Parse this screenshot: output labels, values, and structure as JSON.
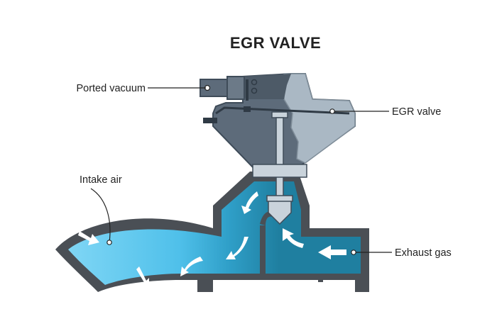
{
  "title": "EGR VALVE",
  "labels": {
    "ported_vacuum": "Ported vacuum",
    "egr_valve": "EGR valve",
    "intake_air": "Intake air",
    "exhaust_gas": "Exhaust gas"
  },
  "colors": {
    "outline": "#4a4f55",
    "body": "#5d6b7a",
    "body_dark": "#3f4c59",
    "cover": "#aab8c4",
    "exhaust": "#1f7fa0",
    "intake": "#5fc8ee",
    "arrow": "#ffffff"
  }
}
